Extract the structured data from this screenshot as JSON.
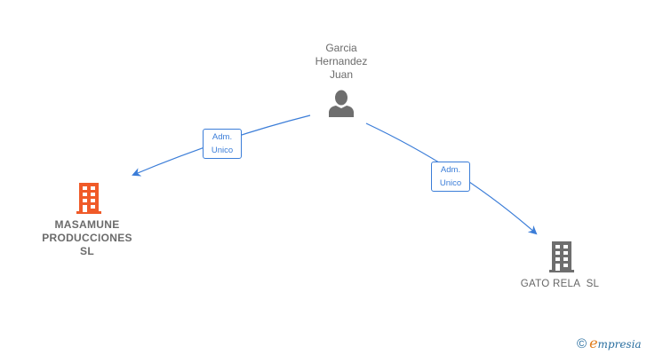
{
  "diagram": {
    "nodes": [
      {
        "id": "person",
        "type": "person",
        "label_lines": [
          "Garcia",
          "Hernandez",
          "Juan"
        ],
        "icon": "person-icon",
        "color": "#6e6e6e"
      },
      {
        "id": "masamune",
        "type": "company",
        "label_lines": [
          "MASAMUNE",
          "PRODUCCIONES",
          "SL"
        ],
        "icon": "building-icon",
        "color": "#f05a28"
      },
      {
        "id": "gato",
        "type": "company",
        "label_lines": [
          "GATO RELA  SL"
        ],
        "icon": "building-icon",
        "color": "#6e6e6e"
      }
    ],
    "edges": [
      {
        "from": "person",
        "to": "masamune",
        "label_lines": [
          "Adm.",
          "Unico"
        ]
      },
      {
        "from": "person",
        "to": "gato",
        "label_lines": [
          "Adm.",
          "Unico"
        ]
      }
    ],
    "edge_color": "#3b7dd8"
  },
  "watermark": {
    "copyright": "©",
    "brand_first": "e",
    "brand_rest": "mpresia"
  }
}
